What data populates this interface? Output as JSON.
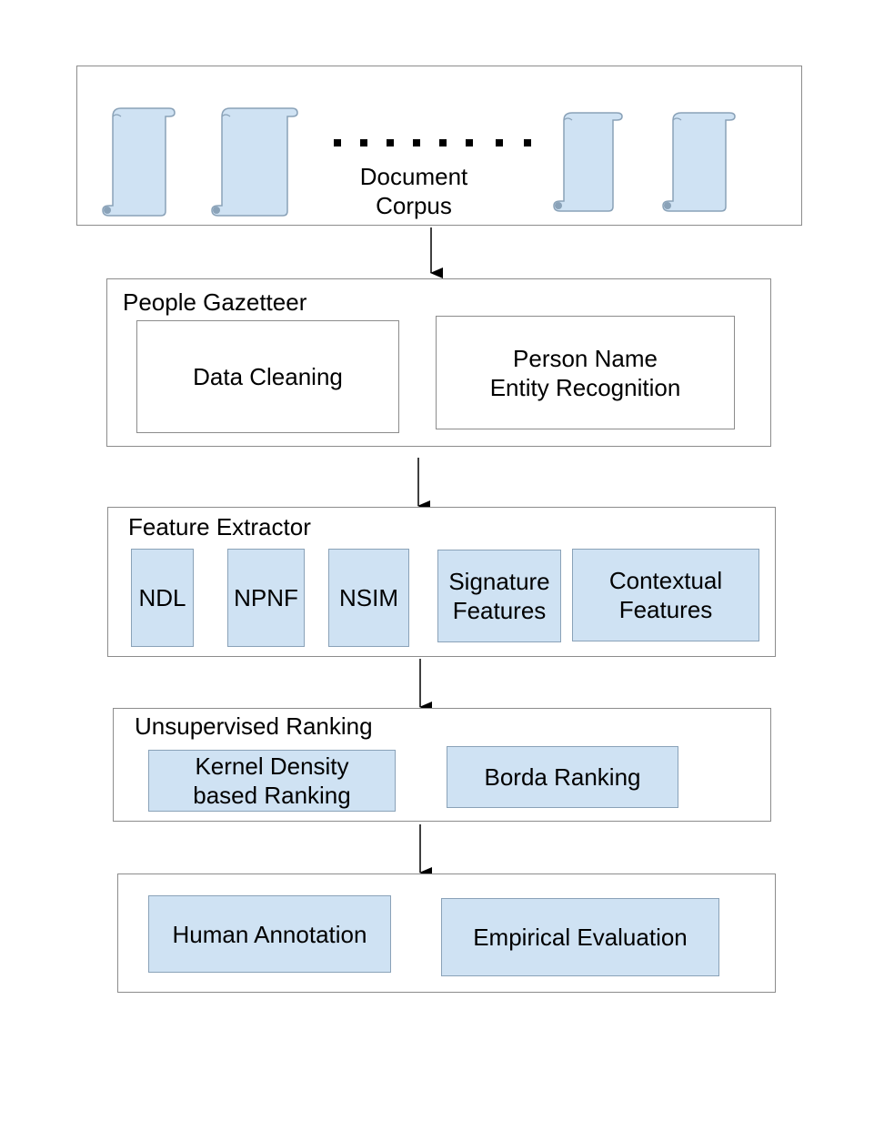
{
  "corpus": {
    "label": "Document\nCorpus",
    "document_icon": "scroll-icon",
    "ellipsis": "........"
  },
  "people_gazetteer": {
    "title": "People Gazetteer",
    "items": [
      "Data Cleaning",
      "Person Name\nEntity Recognition"
    ]
  },
  "feature_extractor": {
    "title": "Feature Extractor",
    "items": [
      "NDL",
      "NPNF",
      "NSIM",
      "Signature\nFeatures",
      "Contextual\nFeatures"
    ]
  },
  "unsupervised_ranking": {
    "title": "Unsupervised Ranking",
    "items": [
      "Kernel Density\nbased Ranking",
      "Borda Ranking"
    ]
  },
  "evaluation": {
    "items": [
      "Human Annotation",
      "Empirical Evaluation"
    ]
  },
  "colors": {
    "box_fill": "#cfe2f3",
    "box_border": "#8aa2b8",
    "panel_border": "#8c8c8c",
    "arrow": "#000000"
  }
}
